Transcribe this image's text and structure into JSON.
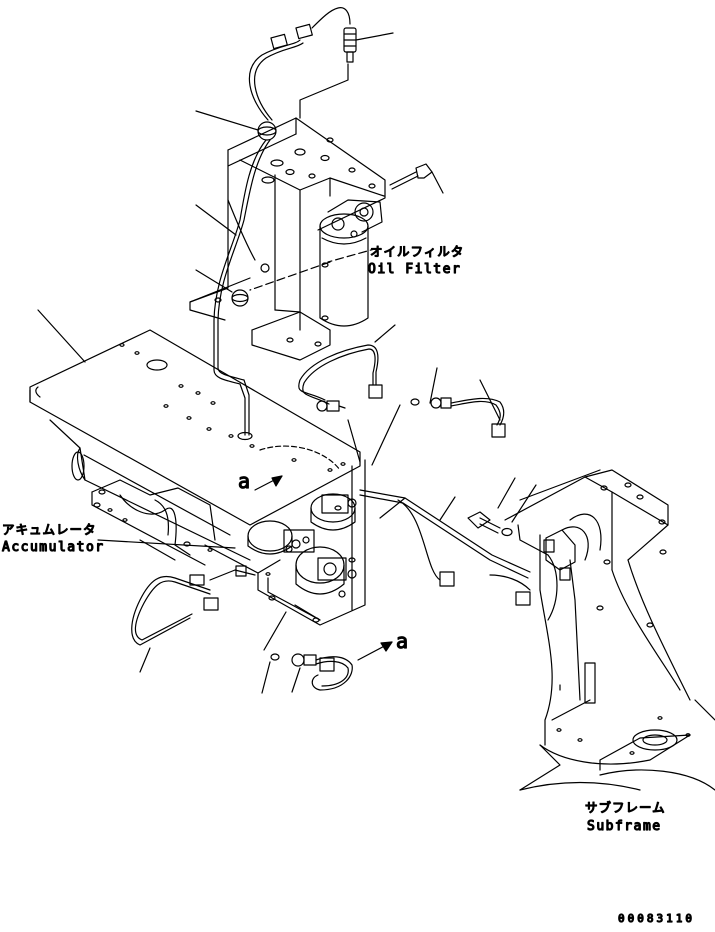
{
  "labels": {
    "oil_filter_jp": "オイルフィルタ",
    "oil_filter_en": "Oil Filter",
    "accumulator_jp": "アキュムレータ",
    "accumulator_en": "Accumulator",
    "subframe_jp": "サブフレーム",
    "subframe_en": "Subframe",
    "detail_mark_a": "a",
    "detail_mark_a2": "a",
    "drawing_number": "00083110"
  },
  "colors": {
    "ink": "#000000",
    "paper": "#ffffff"
  }
}
